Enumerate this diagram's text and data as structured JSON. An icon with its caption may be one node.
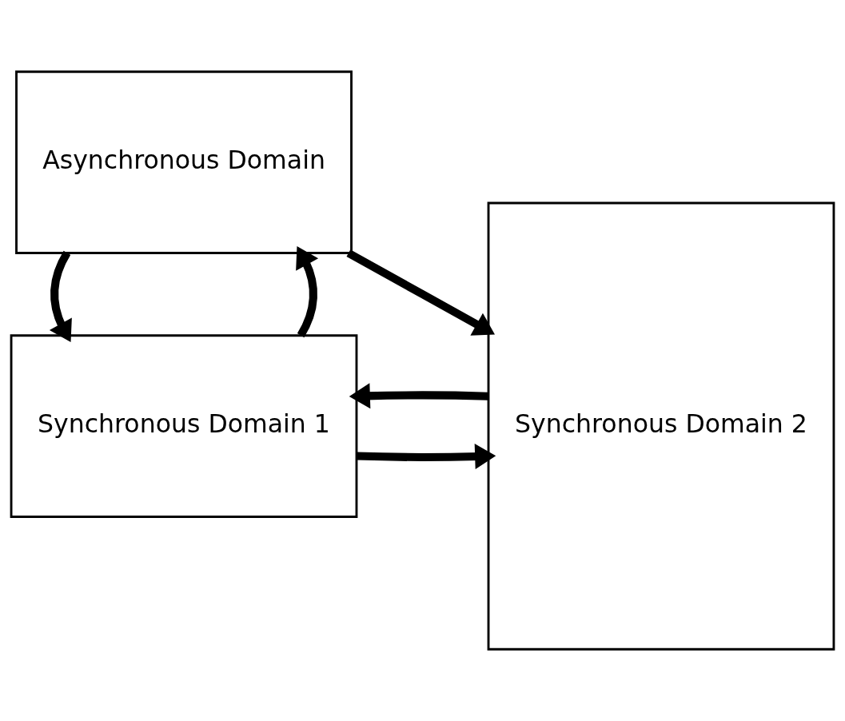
{
  "diagram": {
    "nodes": [
      {
        "text": [
          "Asynchronous Domain"
        ]
      },
      {
        "text": [
          "Synchronous Domain 1"
        ]
      },
      {
        "text": [
          "Synchronous Domain 2"
        ]
      }
    ],
    "edges": [
      {
        "from": 0,
        "to": 2,
        "arrow": "to"
      },
      {
        "from": 1,
        "to": 0,
        "arrow": "to"
      },
      {
        "from": 0,
        "to": 1,
        "arrow": "to"
      },
      {
        "from": 1,
        "to": 2,
        "arrow": "to"
      },
      {
        "from": 2,
        "to": 1,
        "arrow": "to"
      }
    ]
  }
}
